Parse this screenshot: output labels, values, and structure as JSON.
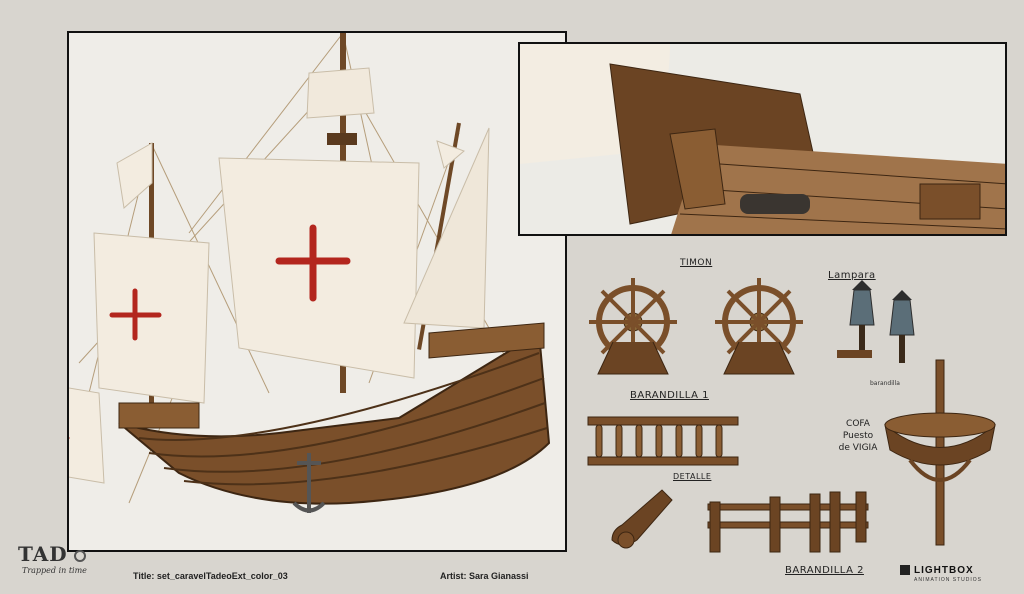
{
  "sheet": {
    "title_line": "Title: set_caravelTadeoExt_color_03",
    "artist_line": "Artist: Sara Gianassi"
  },
  "branding": {
    "logo_word": "TAD",
    "logo_subtitle": "Trapped in time",
    "studio_name": "LIGHTBOX",
    "studio_sub": "ANIMATION STUDIOS"
  },
  "labels": {
    "timon": "TIMON",
    "lampara": "Lampara",
    "barandilla_small": "barandilla",
    "barandilla1": "BARANDILLA 1",
    "cofa": "COFA\nPuesto\nde VIGIA",
    "detalle": "DETALLE",
    "barandilla2": "BARANDILLA 2"
  },
  "colors": {
    "background": "#d8d5cf",
    "wood": "#7a4f2a",
    "sail": "#f1e9dc",
    "cross": "#b3261e"
  }
}
